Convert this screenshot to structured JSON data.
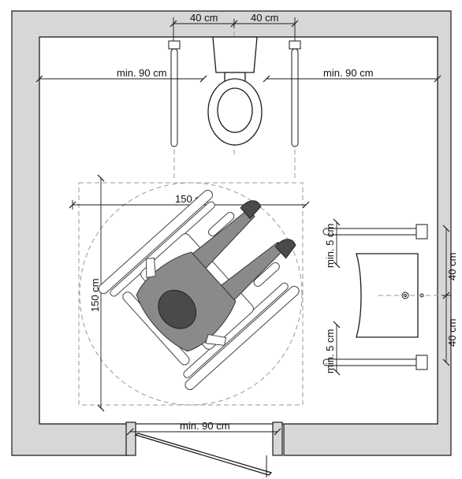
{
  "labels": {
    "toilet_offset_left": "40 cm",
    "toilet_offset_right": "40 cm",
    "left_clearance": "min. 90 cm",
    "right_clearance": "min. 90 cm",
    "turning_width": "150 cm",
    "turning_height": "150 cm",
    "rail_gap_top": "min. 5 cm",
    "rail_gap_bottom": "min. 5 cm",
    "sink_half_top": "40 cm",
    "sink_half_bottom": "40 cm",
    "door_width": "min. 90 cm"
  }
}
